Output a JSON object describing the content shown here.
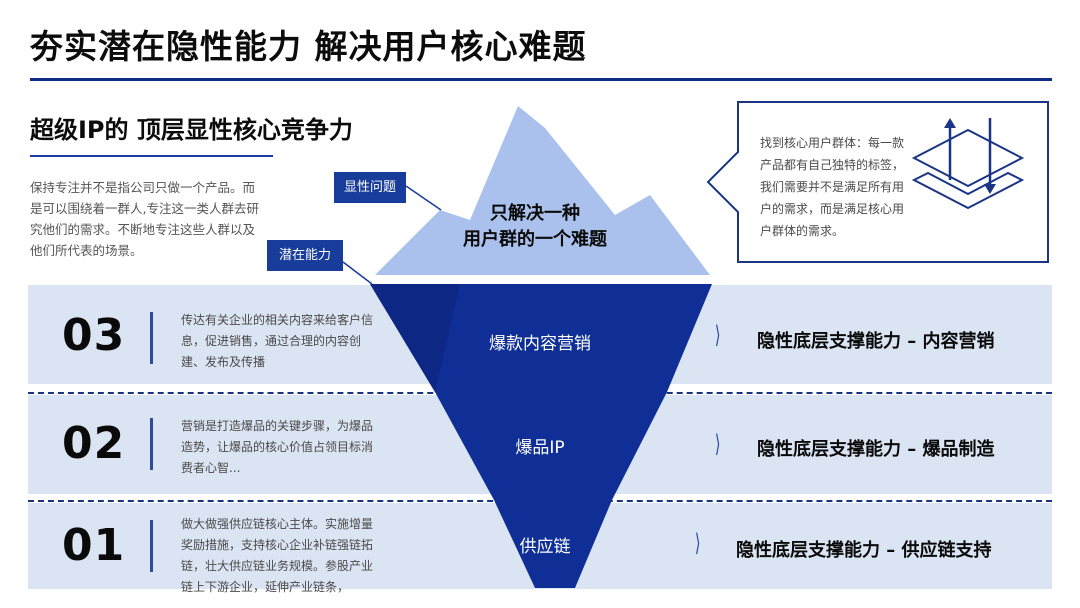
{
  "header": {
    "title": "夯实潜在隐性能力 解决用户核心难题",
    "subtitle": "超级IP的 顶层显性核心竞争力",
    "intro": "保持专注并不是指公司只做一个产品。而是可以围绕着一群人,专注这一类人群去研究他们的需求。不断地专注这些人群以及他们所代表的场景。"
  },
  "iceberg": {
    "top_text_line1": "只解决一种",
    "top_text_line2": "用户群的一个难题",
    "tag_visible": "显性问题",
    "tag_latent": "潜在能力",
    "colors": {
      "ice_light": "#a9c1ec",
      "ice_dark": "#0f2f96",
      "band": "#dbe4f3",
      "accent": "#173c9a"
    }
  },
  "callout": {
    "text": "找到核心用户群体：每一款产品都有自己独特的标签，我们需要并不是满足所有用户的需求，而是满足核心用户群体的需求。",
    "icon": "layers-arrows-icon"
  },
  "rows": [
    {
      "number": "03",
      "layer": "爆款内容营销",
      "desc": "传达有关企业的相关内容来给客户信息，促进销售，通过合理的内容创建、发布及传播",
      "caption": "隐性底层支撑能力 – 内容营销"
    },
    {
      "number": "02",
      "layer": "爆品IP",
      "desc": "营销是打造爆品的关键步骤，为爆品造势，让爆品的核心价值占领目标消费者心智...",
      "caption": "隐性底层支撑能力 – 爆品制造"
    },
    {
      "number": "01",
      "layer": "供应链",
      "desc": "做大做强供应链核心主体。实施增量奖励措施，支持核心企业补链强链拓链，壮大供应链业务规模。参股产业链上下游企业，延伸产业链条，",
      "caption": "隐性底层支撑能力 – 供应链支持"
    }
  ]
}
